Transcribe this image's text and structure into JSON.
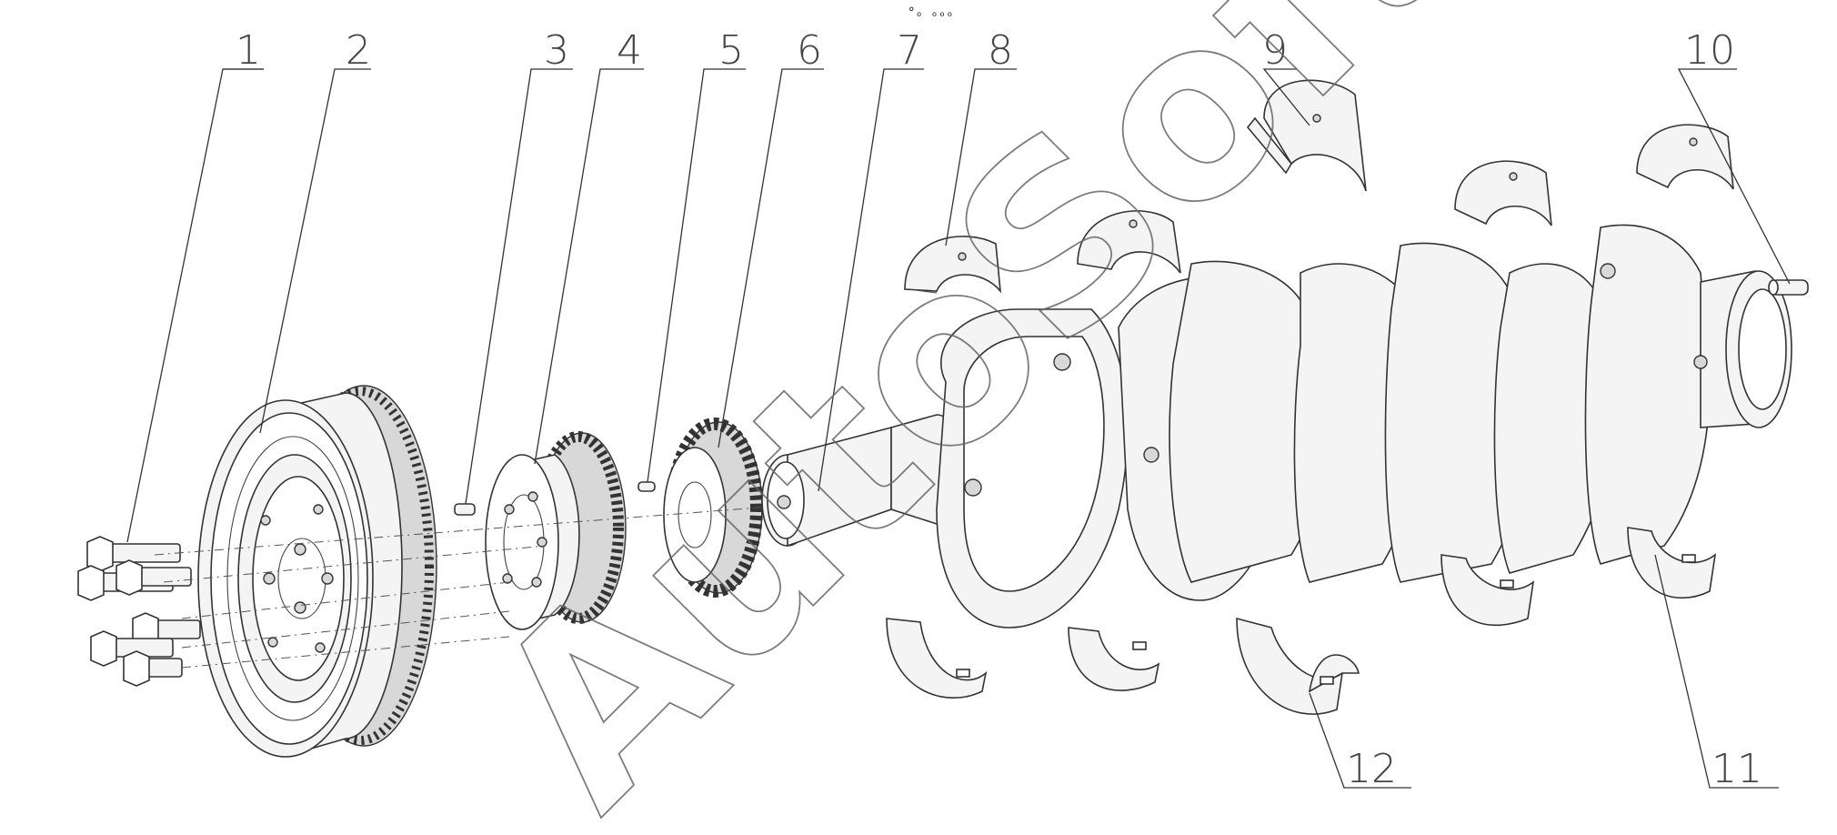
{
  "top_mark": "°ₒ ₒₒₒ",
  "watermark": "AutoSoft",
  "callouts": [
    {
      "label": "1"
    },
    {
      "label": "2"
    },
    {
      "label": "3"
    },
    {
      "label": "4"
    },
    {
      "label": "5"
    },
    {
      "label": "6"
    },
    {
      "label": "7"
    },
    {
      "label": "8"
    },
    {
      "label": "9"
    },
    {
      "label": "10"
    },
    {
      "label": "11"
    },
    {
      "label": "12"
    }
  ]
}
